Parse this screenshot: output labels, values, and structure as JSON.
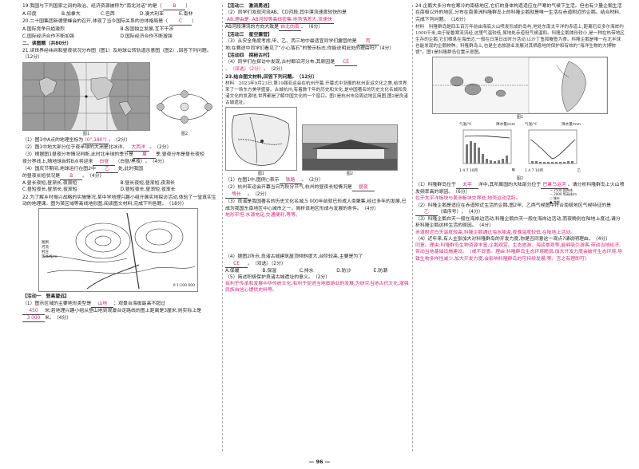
{
  "page_number": "— 96 —",
  "col1": {
    "q19": {
      "text": "19.我国与下列国家之间的政治、经济资源被称为“南北对话”的是（",
      "answer": "B",
      "close": "）",
      "options": [
        "A.印度",
        "B.加拿大",
        "C.巴西",
        "D.澳大利亚",
        "E.南非"
      ]
    },
    "q20": {
      "text": "20.二十国集团新德里峰会的召开,体现了当今国际关系的总体格局是（",
      "answer": "C",
      "close": "）",
      "options": [
        "A.国际竞争日趋激烈",
        "B.各国独立发展,互不干涉",
        "C.国际经济合作不断加强",
        "D.国际经济合作不断增强"
      ]
    },
    "section2": "二、读图题（共80分）",
    "q21": {
      "text": "21.读世界经纬网和昼夜状况分布图（图1）及地球公转轨道示意图（图2）,回答下列问题。（12分）",
      "fig1": "图1",
      "fig2": "图2",
      "s1": "（1）图1中A点的地理坐标为",
      "s1a": "(0°,180°)",
      "s1b": "（2分）",
      "s2": "（2）图1中地大部分位于夜半球的大洲是北冰洋、",
      "s2a": "大西洋",
      "s2b": "。（2分）",
      "s3": "（3）根据图1昼夜分布情况判断,此时北半球的季节是",
      "s3a": "夏",
      "s3b": "季,昼夜分布是昼长夜短",
      "s3c": "夜分界线上,随地球自转B点将迎来",
      "s3d": "白昼",
      "s3e": "（白昼/黑夜）。（4分）",
      "s4": "（4）国庆节期间,地球运行在图2中",
      "s4a": "乙",
      "s4b": "处,此时我国",
      "s4c": "的昼夜长短状况是",
      "s4d": "B",
      "s4e": "。（4分）",
      "opts": [
        "A.昼长夜短,昼渐长,夜渐短",
        "B.昼长夜短,昼渐短,夜渐长",
        "C.昼短夜长,昼渐长,夜渐短",
        "D.昼短夜长,昼渐短,夜渐长"
      ]
    },
    "q22": {
      "text": "22.为了解乡村振兴战略的实施情况,某中学地理兴趣小组开展实地探访活动,体验了一堂真实生动的地理课。图为某区域等高线地形图,阅读图文材料,完成下列各题。（18分）",
      "legend": [
        "图例",
        "河流",
        "村庄",
        "等高线/m"
      ],
      "scale": "0    1:100 000",
      "act1": "【活动一　登高望远】",
      "s1": "（1）图示区域的主要地形类型是",
      "s1a": "山地",
      "s1b": "；观景台海拔最高不超过",
      "s1c": "450",
      "s1d": "米;若地理兴趣小组从登山地到观景台走路线的图上距离是3厘米,则实际上是",
      "s1e": "3 000",
      "s1f": "米。（4分）"
    }
  },
  "col2": {
    "act2": "【活动二　激流勇进】",
    "s2": "（2）同学们发现河流AB、CD河段,其中漂流速度较快的是",
    "s2a": "AB,理由是",
    "s2b": "AB河段等高线密集,地势落差大,流速快",
    "s2c": "AB河段漂流的方向大致是",
    "s2d": "自北向南",
    "s2e": "。（6分）",
    "act3": "【活动三　星空露营】",
    "s3": "（3）从安全角度考虑,甲、乙、丙三地中最适宜同学们露营的是",
    "s3a": "丙",
    "s3b": "地;在赛途中同学们看见了“小心落石”的警示标志,你能说明此处的理由吗?（4分）",
    "act4": "【活动四　探秘古村】",
    "s4": "（4）同学们在探访中发现,古村都沿河分布,其原因是",
    "s4a": "CE",
    "s4b": "。（双选）（2分）",
    "s4c": "。（2分）",
    "q23": "23.结合图文材料,回答下列问题。（12分）",
    "mat": "材料　2023年9月23日,第19届亚运会在杭州开幕,开幕式中浙展的杭州亚运文化之美,给世界来了一场东方美学盛宴。古城杭州,有着数千年的历史和文化,是中国著名的历史文化名城和良渚文化的发源地,世界都是了解中国文化的一个窗口。图1是杭州市及周边地区简图,图2是良渚古城遗址。",
    "fig1": "图1",
    "fig2": "图2",
    "s1": "（1）在图1中,图例○表示",
    "s1a": "铁路",
    "s1b": "。（2分）",
    "s2x": "（2）杭州亚运会开幕当日为秋分节气,杭州的昼夜长短情况是",
    "s2y": "昼夜",
    "s2z": "等长",
    "s2w": "。（2分）",
    "s3x": "（3）良渚是我国著名的历史文化名城,5 000年前就已形成人类聚集,经过多年的发展,已成为我国东南地区中心城市之一。简析该地区形成与发展的条件。（4分）",
    "s3ans": "地形平坦,水源充足,交通便利,等等。",
    "s4x": "（4）据图2所示,良渚古城建筑屋顶倾斜度大,台阶较高,主要是为了",
    "opts": [
      "A.保暖",
      "B.保温",
      "C.排水",
      "D.防沙",
      "E.防潮"
    ],
    "s5x": "（5）简述积极保护良渚古城遗址的意义。（2分）",
    "s5ans": "有利于传承和发展中华传统文化;有利于促进当地旅游业的发展;为研究当地古代文化,增强民族自信心提供史料等。"
  },
  "col3": {
    "q24": "24.企鹅大多分布在寒冷的南极地区,它们的身体构造适应在严寒的气候下生活。但也有少量企鹅生活在南极以外的地区,分布在南美洲科隆群岛上的科隆企鹅就是唯一生活在赤道附近的企鹅。结合材料,完成下列问题。（16分）",
    "mat": "材料　科隆群岛是四五百万年前由海底火山喷发形成的岛屿,地处东南太平洋的赤道上,距离厄瓜多尔海岸约1000千米,由于秘鲁寒流流经,这里气温较低,虽地处赤道但气候温和。科隆企鹅体形较小,是一种在热带地区生存的企鹅,它们栖息在海岸边,一般在日落日出时分活动,以沙丁鱼和鳀鱼为食。科隆企鹅是唯一在北半球也能发现的企鹅物种。科隆群岛上,也是生态旅游业发展对其栖息地的保护和有效的“海洋生物的大博物馆”。图1是科隆群岛位置示意图。",
    "fig1": "图1",
    "fig2": "图2",
    "legend": [
      "— 2500 国界线",
      "— 2000 等高线/m",
      "○ 城市",
      "● 首都"
    ],
    "chart_labels": [
      "气温/℃",
      "降水量/mm",
      "1 4 7 10月",
      "甲",
      "乙"
    ],
    "s1": "（1）科隆群岛位于",
    "s1a": "太平",
    "s1b": "洋中,其所属国的大陆部分位于",
    "s1c": "巴拿马运河",
    "s1d": "。请分析科隆群岛上火山喷发频率高的原因。（6分）",
    "s1ans": "位于太平洋板块与美洲板块交界处,地壳运动活跃。",
    "s2": "（2）科隆企鹅是适应在赤道附近生活的企鹅,图2甲、乙两气候图中符合南极地区气候特征的是",
    "s2a": "乙",
    "s2b": "（填序号）。（4分）",
    "s3": "（3）科隆企鹅白天一般在海岸边活动,科隆企鹅白天一般在海岸边活动,而夜晚则在陆地上度过,请分析科隆企鹅这样生活的原因。（4分）",
    "s3ans": "赤道附近白天温度较高,科隆企鹅通过海水降温,夜晚温度较低,在陆地上活动。",
    "s4": "（4）近年来,有人主张加大对科隆群岛的开发力度,你是否同意这一观点?请说明理由。（4分）",
    "s4ans": "同意。理由:科隆群岛生物资源丰富,企鹅观赏、生态旅游、海底景观等,能够吸引游客,带动当地经济,带动当地基础设施建设。（或不同意。理由:科隆群岛生态环境脆弱,加大开发力度会破坏生态环境,导致生物多样性减少,加大开发力度,会影响科隆群岛的可持续发展,等。言之有理即可）"
  }
}
